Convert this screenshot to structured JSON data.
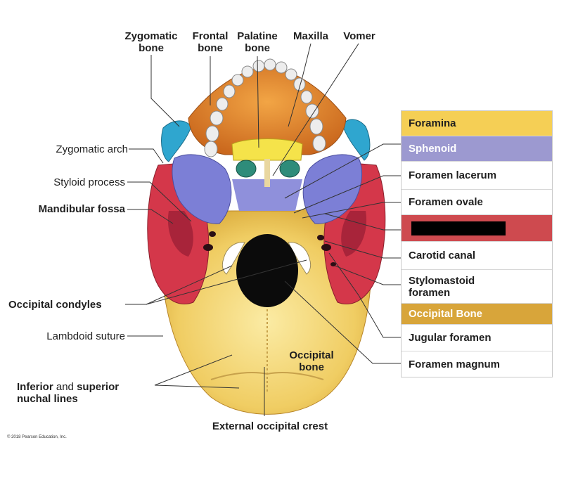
{
  "labels": {
    "zygomatic_bone": [
      "Zygomatic",
      "bone"
    ],
    "frontal_bone": [
      "Frontal",
      "bone"
    ],
    "palatine_bone": [
      "Palatine",
      "bone"
    ],
    "maxilla": "Maxilla",
    "vomer": "Vomer",
    "zygomatic_arch": "Zygomatic arch",
    "styloid_process": "Styloid process",
    "mandibular_fossa": "Mandibular fossa",
    "occipital_condyles": "Occipital condyles",
    "lambdoid_suture": "Lambdoid suture",
    "nuchal_lines": {
      "part1": "Inferior",
      "part2": " and ",
      "part3": "superior",
      "part4": "nuchal lines"
    },
    "occipital_bone_center": [
      "Occipital",
      "bone"
    ],
    "external_occipital_crest": "External occipital crest"
  },
  "legend": {
    "rows": [
      {
        "text": "Foramina",
        "kind": "section",
        "color": "#F5CF55",
        "text_color": "#1f1f1f"
      },
      {
        "text": "Sphenoid",
        "kind": "section",
        "color": "#9C99D0",
        "text_color": "#ffffff"
      },
      {
        "text": "Foramen lacerum",
        "kind": "item"
      },
      {
        "text": "Foramen ovale",
        "kind": "item"
      },
      {
        "text": "",
        "kind": "redacted",
        "color": "#CE4A4F"
      },
      {
        "text": "Carotid canal",
        "kind": "item"
      },
      {
        "text": "Stylomastoid foramen",
        "kind": "item"
      },
      {
        "text": "Occipital Bone",
        "kind": "section",
        "color": "#D8A53A",
        "text_color": "#ffffff"
      },
      {
        "text": "Jugular foramen",
        "kind": "item"
      },
      {
        "text": "Foramen magnum",
        "kind": "item"
      }
    ]
  },
  "copyright": "© 2018 Pearson Education, Inc.",
  "colors": {
    "occipital": "#F2D36E",
    "temporal": "#D4374A",
    "sphenoid": "#7C7FD6",
    "maxilla": "#E58A2E",
    "palatine": "#F5E34A",
    "vomer": "#2E8C7A",
    "zygomatic": "#2FA6CF",
    "teeth": "#EFEFEF"
  }
}
